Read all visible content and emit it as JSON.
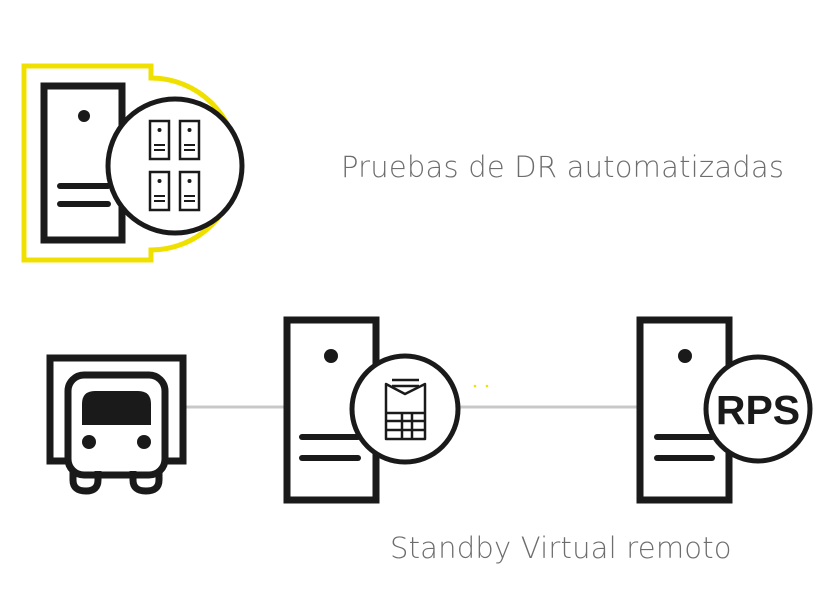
{
  "labels": {
    "top_caption": "Pruebas de DR automatizadas",
    "bottom_caption": "Standby Virtual remoto",
    "rps_badge": "RPS"
  },
  "colors": {
    "ink": "#1a1a1a",
    "accent": "#f0e000",
    "connector": "#c8c8c8",
    "caption": "#6d6d6d"
  },
  "icons": {
    "top_group": [
      "server-icon",
      "virtual-machines-icon"
    ],
    "bottom_group": [
      "truck-icon",
      "server-icon",
      "standby-document-icon",
      "server-icon",
      "rps-badge-icon"
    ]
  }
}
